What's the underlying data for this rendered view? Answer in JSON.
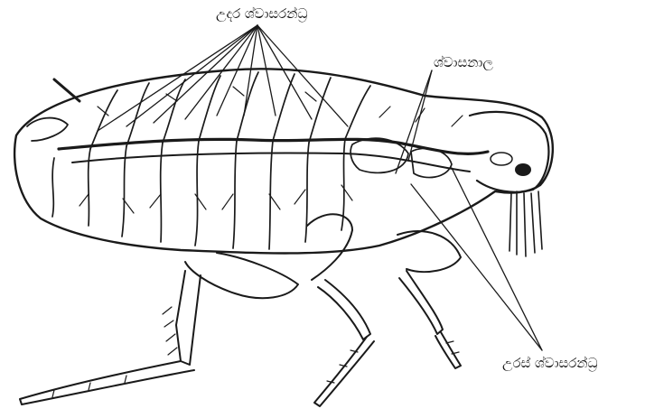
{
  "labels": {
    "abdominal_spiracles": "උදර ශ්වාසරන්ධ්‍ර",
    "trachea": "ශ්වාසනාල",
    "thoracic_spiracles": "උරස් ශ්වාසරන්ධ්‍ර"
  },
  "colors": {
    "ink": "#1a1a1a",
    "background": "#ffffff"
  }
}
